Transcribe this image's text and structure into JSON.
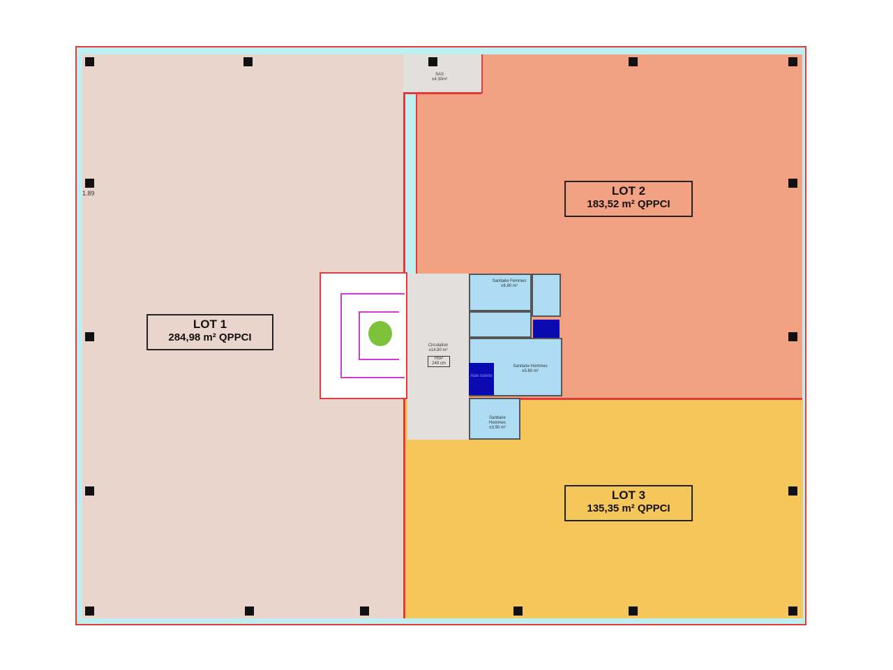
{
  "lots": [
    {
      "name": "LOT 1",
      "area": "284,98 m² QPPCI",
      "color": "#e9d5cb"
    },
    {
      "name": "LOT 2",
      "area": "183,52 m² QPPCI",
      "color": "#f2a283"
    },
    {
      "name": "LOT 3",
      "area": "135,35 m² QPPCI",
      "color": "#f5c65a"
    }
  ],
  "rooms": {
    "sas": {
      "name": "SAS",
      "area": "±4.30m²"
    },
    "circulation": {
      "name": "Circulation",
      "area": "±14.90 m²"
    },
    "hsp": {
      "name": "HSP",
      "value": "249 cm"
    },
    "sanitaire_femmes": {
      "name": "Sanitaire Femmes",
      "area": "±6.80 m²"
    },
    "sanitaire_hommes_1": {
      "name": "Sanitaire Hommes",
      "area": "±5.60 m²"
    },
    "sanitaire_hommes_2": {
      "name": "Sanitaire Hommes",
      "area": "±3.90 m²"
    },
    "aide": {
      "name": "Aide toilette"
    }
  },
  "dimension": "1.89"
}
